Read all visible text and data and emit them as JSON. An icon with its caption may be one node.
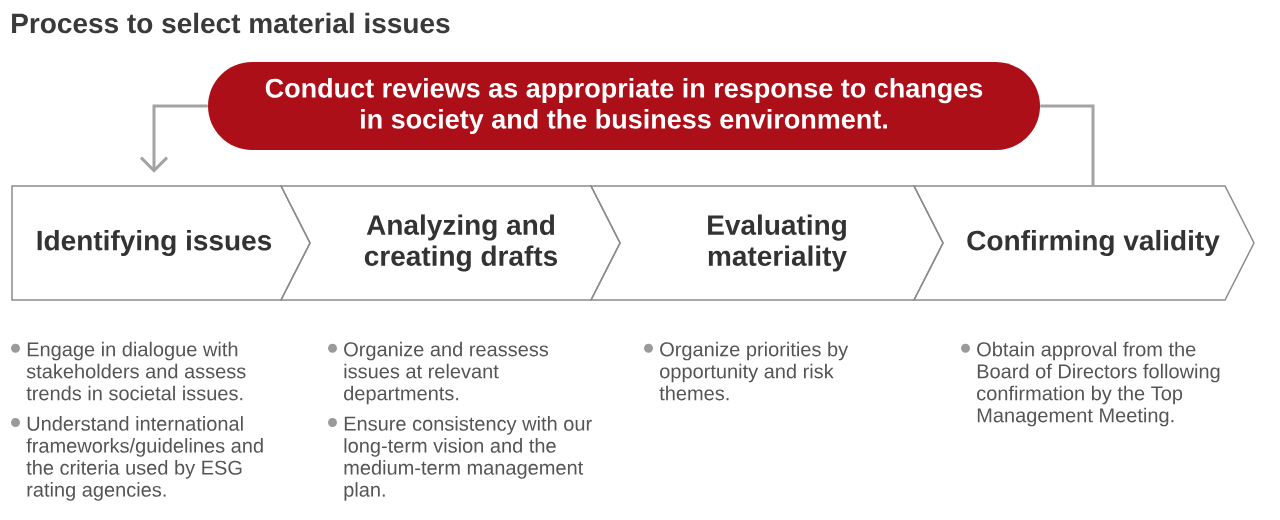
{
  "diagram": {
    "title": "Process to select material issues",
    "nodes": [
      {
        "text": [
          "Conduct reviews as appropriate in response to changes in society and the business environment."
        ]
      },
      {
        "text": [
          "Identifying issues"
        ],
        "beside": [
          "Engage in dialogue with stakeholders and assess trends in societal issues.",
          "Understand international frameworks/guidelines and the criteria used by ESG rating agencies."
        ]
      },
      {
        "text": [
          "Analyzing and creating drafts"
        ],
        "beside": [
          "Organize and reassess issues at relevant departments.",
          "Ensure consistency with our long-term vision and the medium-term management plan."
        ]
      },
      {
        "text": [
          "Evaluating materiality"
        ],
        "beside": [
          "Organize priorities by opportunity and risk themes."
        ]
      },
      {
        "text": [
          "Confirming validity"
        ],
        "beside": [
          "Obtain approval from the Board of Directors following confirmation by the Top Management Meeting."
        ]
      }
    ],
    "edges": [
      {
        "from": 4,
        "to": 0,
        "arrow": "none"
      },
      {
        "from": 0,
        "to": 1,
        "arrow": "to"
      }
    ]
  }
}
